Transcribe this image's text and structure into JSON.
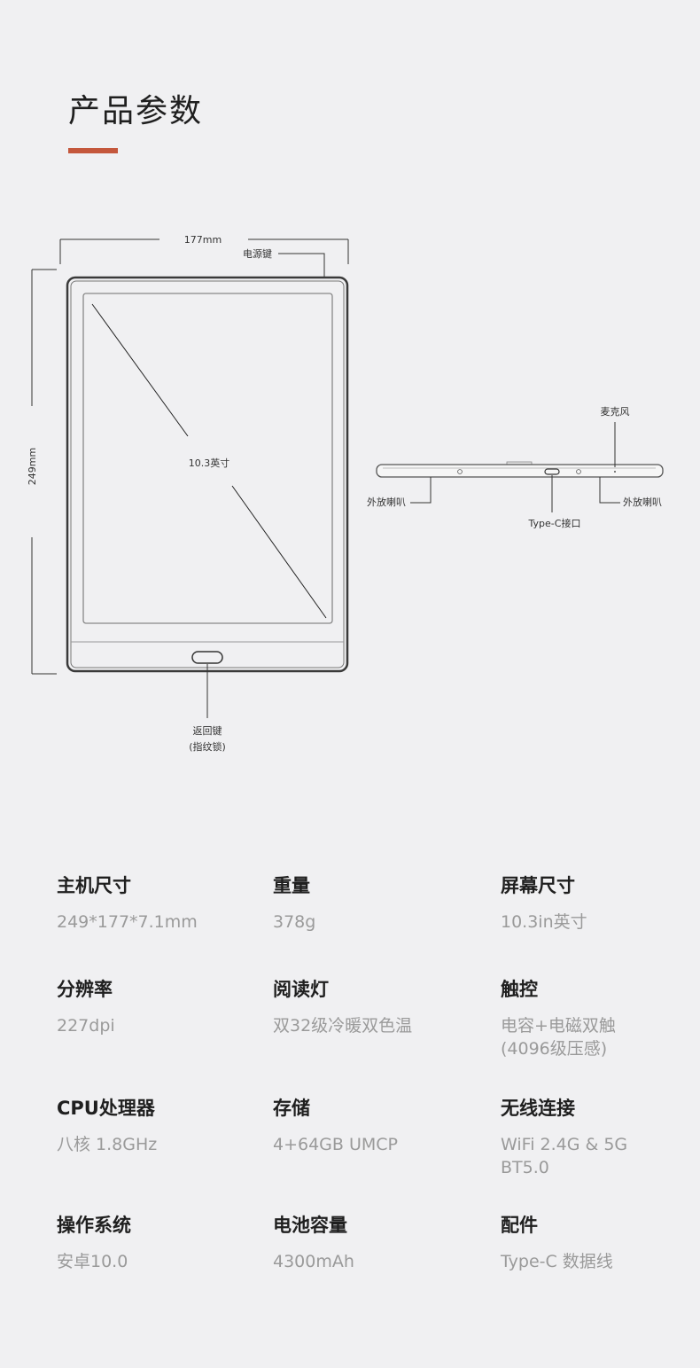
{
  "heading": "产品参数",
  "colors": {
    "accent": "#c4573c",
    "background": "#f0f0f2"
  },
  "diagram": {
    "width_label": "177mm",
    "height_label": "249mm",
    "power_key": "电源键",
    "screen_size": "10.3英寸",
    "back_key_line1": "返回键",
    "back_key_line2": "(指纹锁)",
    "microphone": "麦克风",
    "speaker_left": "外放喇叭",
    "speaker_right": "外放喇叭",
    "usb_port": "Type-C接口"
  },
  "specs": [
    {
      "label": "主机尺寸",
      "value": "249*177*7.1mm"
    },
    {
      "label": "重量",
      "value": "378g"
    },
    {
      "label": "屏幕尺寸",
      "value": "10.3in英寸"
    },
    {
      "label": "分辨率",
      "value": "227dpi"
    },
    {
      "label": "阅读灯",
      "value": "双32级冷暖双色温"
    },
    {
      "label": "触控",
      "value": "电容+电磁双触",
      "value2": "(4096级压感)"
    },
    {
      "label": "CPU处理器",
      "value": "八核 1.8GHz"
    },
    {
      "label": "存储",
      "value": "4+64GB UMCP"
    },
    {
      "label": "无线连接",
      "value": "WiFi 2.4G & 5G",
      "value2": "BT5.0"
    },
    {
      "label": "操作系统",
      "value": "安卓10.0"
    },
    {
      "label": "电池容量",
      "value": "4300mAh"
    },
    {
      "label": "配件",
      "value": "Type-C 数据线"
    }
  ]
}
